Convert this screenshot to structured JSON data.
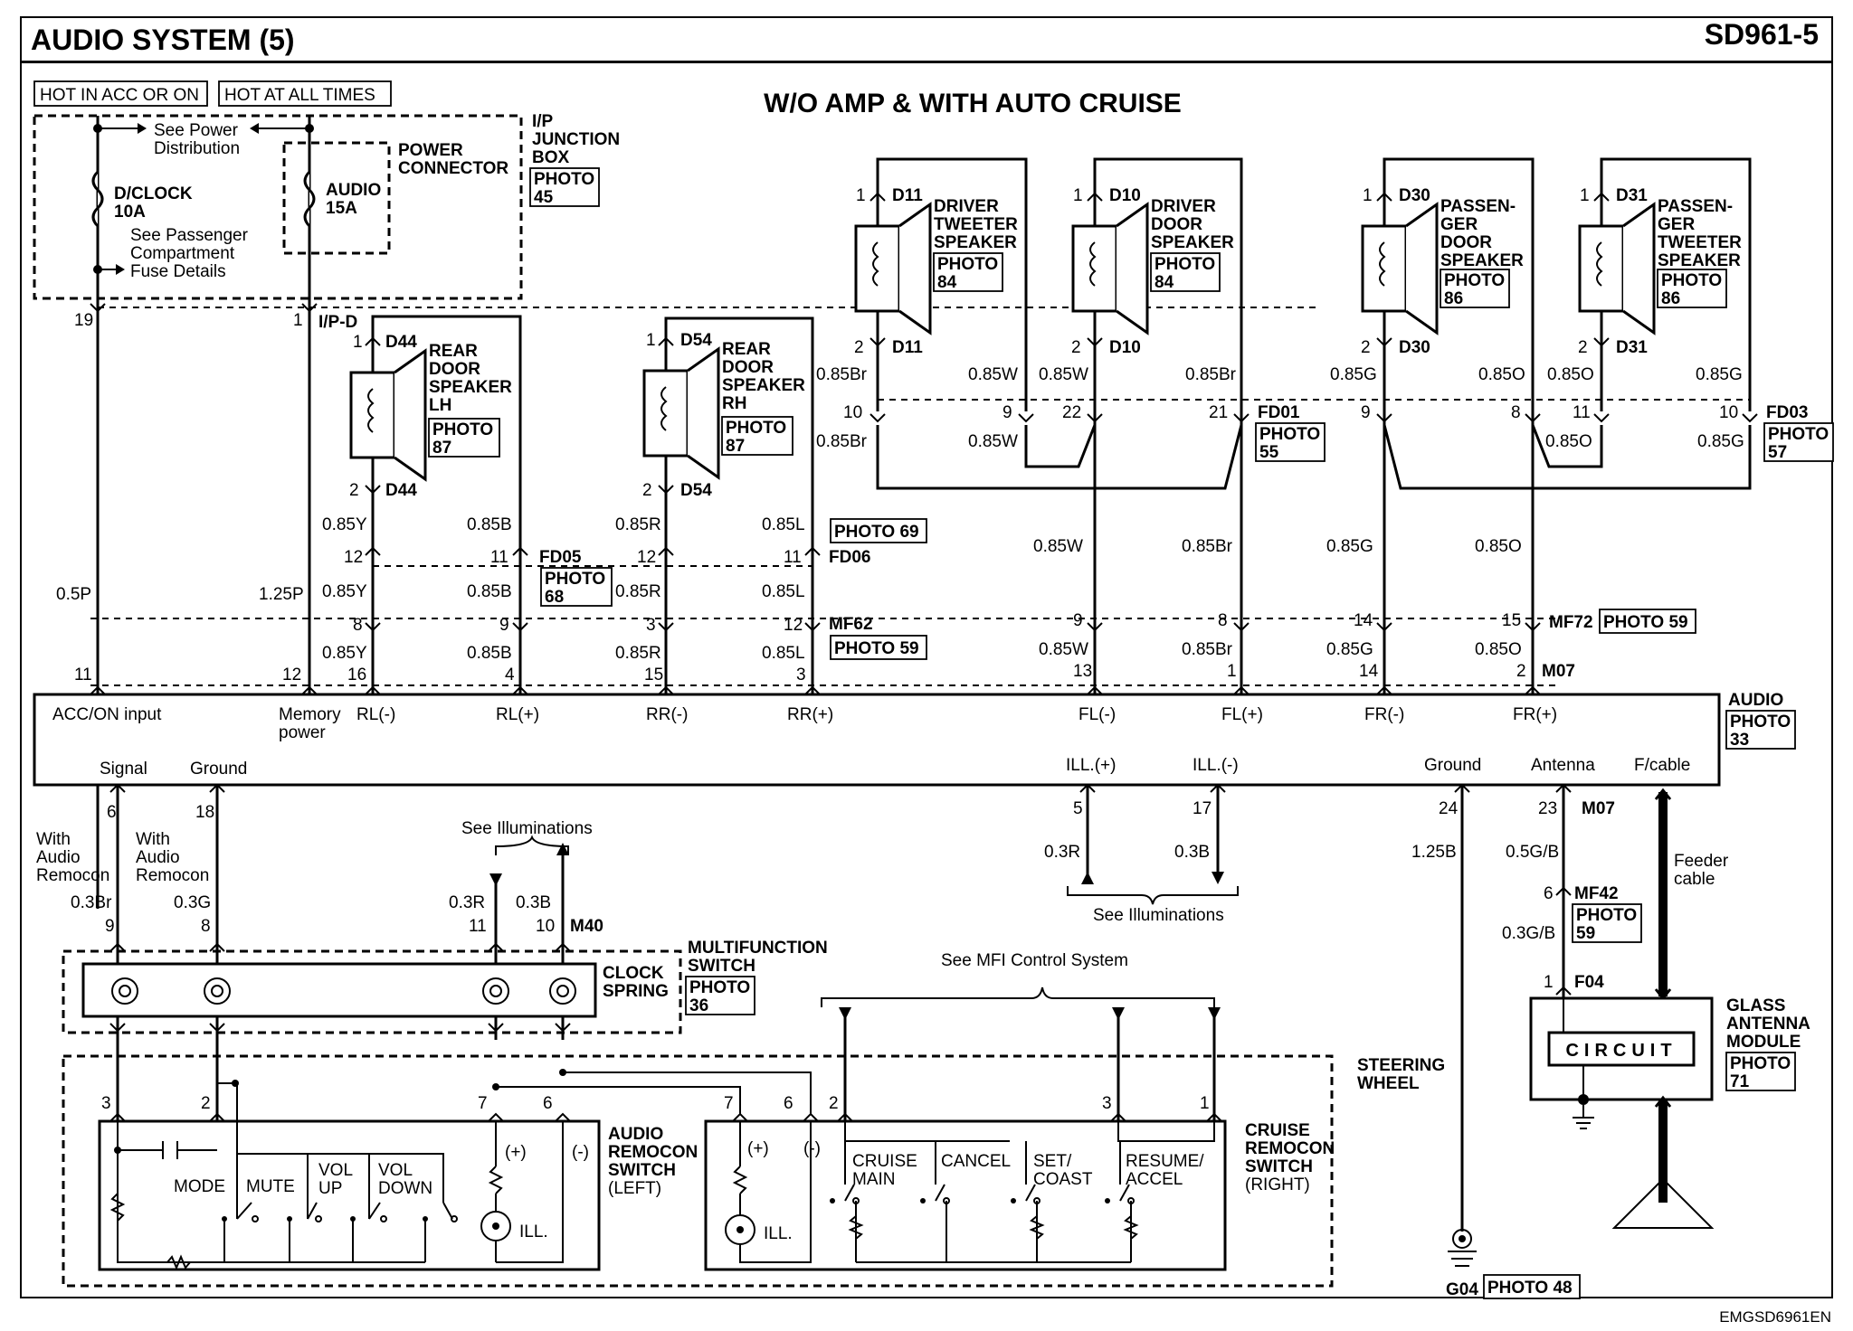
{
  "header": {
    "title": "AUDIO SYSTEM (5)",
    "code": "SD961-5"
  },
  "subtitle": "W/O AMP & WITH AUTO CRUISE",
  "footer_code": "EMGSD6961EN",
  "power": {
    "hot_acc": "HOT IN ACC OR ON",
    "hot_all": "HOT AT ALL TIMES",
    "see_power_1": "See Power",
    "see_power_2": "Distribution",
    "fuse_dclock_1": "D/CLOCK",
    "fuse_dclock_2": "10A",
    "see_pass_1": "See Passenger",
    "see_pass_2": "Compartment",
    "see_pass_3": "Fuse Details",
    "fuse_audio_1": "AUDIO",
    "fuse_audio_2": "15A",
    "pc_1": "POWER",
    "pc_2": "CONNECTOR",
    "ipj_1": "I/P",
    "ipj_2": "JUNCTION",
    "ipj_3": "BOX",
    "pin_19": "19",
    "pin_1": "1",
    "ipd": "I/P-D",
    "w_05p": "0.5P",
    "w_125p": "1.25P",
    "pin_11": "11",
    "pin_12": "12"
  },
  "photo": {
    "label": "PHOTO",
    "n45": "45",
    "n87": "87",
    "n84": "84",
    "n86": "86",
    "n55": "55",
    "n57": "57",
    "n68": "68",
    "n33": "33",
    "n36": "36",
    "n59": "59",
    "n71": "71",
    "photo69": "PHOTO 69",
    "photo59": "PHOTO 59",
    "photo48": "PHOTO 48"
  },
  "speakers": {
    "rl_a": "REAR",
    "rl_b": "DOOR",
    "rl_c": "SPEAKER",
    "rl_d": "LH",
    "rr_a": "REAR",
    "rr_b": "DOOR",
    "rr_c": "SPEAKER",
    "rr_d": "RH",
    "dt_a": "DRIVER",
    "dt_b": "TWEETER",
    "dt_c": "SPEAKER",
    "dd_a": "DRIVER",
    "dd_b": "DOOR",
    "dd_c": "SPEAKER",
    "pd_a": "PASSEN-",
    "pd_b": "GER",
    "pd_c": "DOOR",
    "pd_d": "SPEAKER",
    "pt_a": "PASSEN-",
    "pt_b": "GER",
    "pt_c": "TWEETER",
    "pt_d": "SPEAKER"
  },
  "connectors": {
    "d44": "D44",
    "d54": "D54",
    "d11": "D11",
    "d10": "D10",
    "d30": "D30",
    "d31": "D31",
    "fd05": "FD05",
    "fd06": "FD06",
    "fd01": "FD01",
    "fd03": "FD03",
    "mf62": "MF62",
    "mf72": "MF72",
    "m07": "M07",
    "m40": "M40",
    "mf42": "MF42",
    "f04": "F04",
    "g04": "G04"
  },
  "pins": {
    "p1": "1",
    "p2": "2",
    "p3": "3",
    "p4": "4",
    "p5": "5",
    "p6": "6",
    "p7": "7",
    "p8": "8",
    "p9": "9",
    "p10": "10",
    "p11": "11",
    "p12": "12",
    "p13": "13",
    "p14": "14",
    "p15": "15",
    "p16": "16",
    "p17": "17",
    "p18": "18",
    "p21": "21",
    "p22": "22",
    "p23": "23",
    "p24": "24"
  },
  "wires": {
    "y": "0.85Y",
    "b": "0.85B",
    "r": "0.85R",
    "l": "0.85L",
    "br": "0.85Br",
    "w": "0.85W",
    "g": "0.85G",
    "o": "0.85O",
    "r03": "0.3R",
    "b03": "0.3B",
    "br03": "0.3Br",
    "g03": "0.3G",
    "b125": "1.25B",
    "gb05": "0.5G/B",
    "gb03": "0.3G/B"
  },
  "audio": {
    "label": "AUDIO",
    "acc": "ACC/ON input",
    "mem_1": "Memory",
    "mem_2": "power",
    "rlm": "RL(-)",
    "rlp": "RL(+)",
    "rrm": "RR(-)",
    "rrp": "RR(+)",
    "flm": "FL(-)",
    "flp": "FL(+)",
    "frm": "FR(-)",
    "frp": "FR(+)",
    "signal": "Signal",
    "ground": "Ground",
    "illp": "ILL.(+)",
    "illm": "ILL.(-)",
    "ground2": "Ground",
    "antenna": "Antenna",
    "fcable": "F/cable"
  },
  "lower": {
    "with": "With",
    "audio": "Audio",
    "remocon": "Remocon",
    "see_ill": "See Illuminations",
    "mfs_1": "MULTIFUNCTION",
    "mfs_2": "SWITCH",
    "cs_1": "CLOCK",
    "cs_2": "SPRING",
    "see_mfi": "See MFI Control System",
    "sw_1": "STEERING",
    "sw_2": "WHEEL",
    "feeder_1": "Feeder",
    "feeder_2": "cable",
    "circuit": "CIRCUIT",
    "gam_1": "GLASS",
    "gam_2": "ANTENNA",
    "gam_3": "MODULE"
  },
  "remocon": {
    "mode": "MODE",
    "mute": "MUTE",
    "vol": "VOL",
    "up": "UP",
    "down": "DOWN",
    "plus": "(+)",
    "minus": "(-)",
    "ill": "ILL.",
    "ars_1": "AUDIO",
    "ars_2": "REMOCON",
    "ars_3": "SWITCH",
    "ars_4": "(LEFT)",
    "cruise": "CRUISE",
    "main": "MAIN",
    "cancel": "CANCEL",
    "set": "SET/",
    "coast": "COAST",
    "resume": "RESUME/",
    "accel": "ACCEL",
    "crs_1": "CRUISE",
    "crs_2": "REMOCON",
    "crs_3": "SWITCH",
    "crs_4": "(RIGHT)"
  }
}
